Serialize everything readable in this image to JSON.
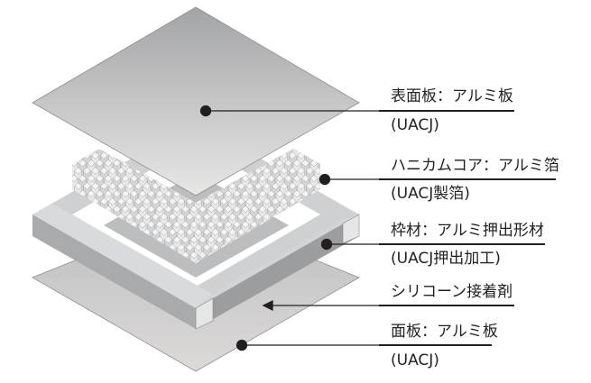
{
  "labels": [
    {
      "title": "表面板：アルミ板",
      "sub": "(UACJ)"
    },
    {
      "title": "ハニカムコア：アルミ箔",
      "sub": "(UACJ製箔)"
    },
    {
      "title": "枠材：アルミ押出形材",
      "sub": "(UACJ押出加工)"
    },
    {
      "title": "シリコーン接着剤"
    },
    {
      "title": "面板：アルミ板",
      "sub": "(UACJ)"
    }
  ],
  "colors": {
    "line": "#231f20",
    "panel_dark": "#a7a8aa",
    "panel_light": "#e6e5e4",
    "frame": "#c9cacb"
  }
}
